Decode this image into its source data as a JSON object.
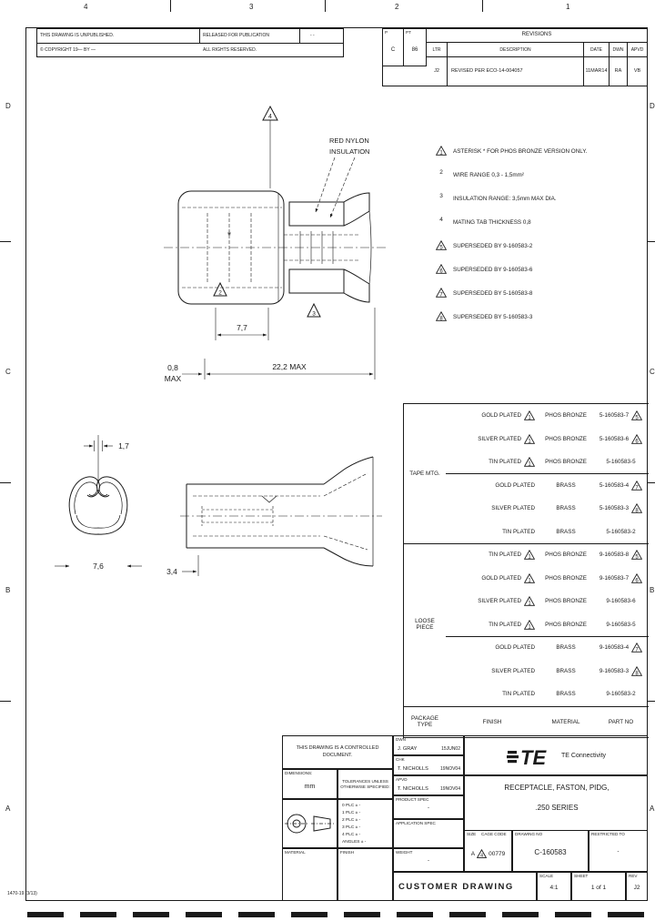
{
  "sheet": {
    "form_number": "1470-19 (3/13)",
    "zones_top": [
      "4",
      "3",
      "2",
      "1"
    ],
    "zones_side": [
      "D",
      "C",
      "B",
      "A"
    ]
  },
  "header_strip": {
    "unpublished": "THIS DRAWING IS UNPUBLISHED.",
    "released": "RELEASED FOR PUBLICATION",
    "released_date": "- -",
    "copyright": "© COPYRIGHT 19—  BY —",
    "rights": "ALL RIGHTS RESERVED."
  },
  "revisions": {
    "title": "REVISIONS",
    "box1_label": "P",
    "box1_value": "C",
    "box2_label": "PT",
    "box2_value": "86",
    "col_ltr": "LTR",
    "col_description": "DESCRIPTION",
    "col_date": "DATE",
    "col_dwn": "DWN",
    "col_apvd": "APVD",
    "rows": [
      {
        "ltr": "J2",
        "description": "REVISED PER ECO-14-004057",
        "date": "11MAR14",
        "dwn": "RA",
        "apvd": "VB"
      }
    ]
  },
  "notes": [
    {
      "marker": "triangle",
      "num": "1",
      "text": "ASTERISK * FOR PHOS BRONZE VERSION ONLY."
    },
    {
      "marker": "plain",
      "num": "2",
      "text": "WIRE RANGE 0,3 - 1,5mm²"
    },
    {
      "marker": "plain",
      "num": "3",
      "text": "INSULATION RANGE: 3,5mm MAX DIA."
    },
    {
      "marker": "plain",
      "num": "4",
      "text": "MATING TAB THICKNESS 0,8"
    },
    {
      "marker": "triangle",
      "num": "5",
      "text": "SUPERSEDED BY 9-160583-2"
    },
    {
      "marker": "triangle",
      "num": "6",
      "text": "SUPERSEDED BY 9-160583-6"
    },
    {
      "marker": "triangle",
      "num": "7",
      "text": "SUPERSEDED BY 5-160583-8"
    },
    {
      "marker": "triangle",
      "num": "8",
      "text": "SUPERSEDED BY 5-160583-3"
    }
  ],
  "parts_table": {
    "col_package": "PACKAGE TYPE",
    "col_finish": "FINISH",
    "col_material": "MATERIAL",
    "col_part": "PART NO",
    "groups": [
      {
        "label": "TAPE MTG.",
        "rows": [
          {
            "finish": "GOLD PLATED",
            "finish_note": "1",
            "material": "PHOS BRONZE",
            "part": "5-160583-7",
            "part_note": "5"
          },
          {
            "finish": "SILVER PLATED",
            "finish_note": "1",
            "material": "PHOS BRONZE",
            "part": "5-160583-6",
            "part_note": "6"
          },
          {
            "finish": "TIN PLATED",
            "finish_note": "1",
            "material": "PHOS BRONZE",
            "part": "5-160583-5",
            "part_note": ""
          },
          {
            "finish": "GOLD PLATED",
            "finish_note": "",
            "material": "BRASS",
            "part": "5-160583-4",
            "part_note": "7"
          },
          {
            "finish": "SILVER PLATED",
            "finish_note": "",
            "material": "BRASS",
            "part": "5-160583-3",
            "part_note": "8"
          },
          {
            "finish": "TIN PLATED",
            "finish_note": "",
            "material": "BRASS",
            "part": "5-160583-2",
            "part_note": ""
          }
        ]
      },
      {
        "label": "LOOSE PIECE",
        "rows": [
          {
            "finish": "TIN PLATED",
            "finish_note": "1",
            "material": "PHOS BRONZE",
            "part": "9-160583-8",
            "part_note": "5"
          },
          {
            "finish": "GOLD PLATED",
            "finish_note": "1",
            "material": "PHOS BRONZE",
            "part": "9-160583-7",
            "part_note": "6"
          },
          {
            "finish": "SILVER PLATED",
            "finish_note": "1",
            "material": "PHOS BRONZE",
            "part": "9-160583-6",
            "part_note": ""
          },
          {
            "finish": "TIN PLATED",
            "finish_note": "1",
            "material": "PHOS BRONZE",
            "part": "9-160583-5",
            "part_note": ""
          },
          {
            "finish": "GOLD PLATED",
            "finish_note": "",
            "material": "BRASS",
            "part": "9-160583-4",
            "part_note": "7"
          },
          {
            "finish": "SILVER PLATED",
            "finish_note": "",
            "material": "BRASS",
            "part": "9-160583-3",
            "part_note": "8"
          },
          {
            "finish": "TIN PLATED",
            "finish_note": "",
            "material": "BRASS",
            "part": "9-160583-2",
            "part_note": ""
          }
        ]
      }
    ]
  },
  "title_block": {
    "controlled": "THIS DRAWING IS A CONTROLLED DOCUMENT.",
    "dimensions_label": "DIMENSIONS:",
    "units": "mm",
    "tolerances_heading": "TOLERANCES UNLESS OTHERWISE SPECIFIED:",
    "tolerances": [
      "0 PLC  ± -",
      "1 PLC  ± -",
      "2 PLC  ± -",
      "3 PLC  ± -",
      "4 PLC  ± -",
      "ANGLES  ± -"
    ],
    "material_label": "MATERIAL",
    "material_value": "",
    "finish_label": "FINISH",
    "finish_value": "",
    "dwn_label": "DWN",
    "dwn_name": "J. GRAY",
    "dwn_date": "15JUN02",
    "chk_label": "CHK",
    "chk_name": "T. NICHOLLS",
    "chk_date": "19NOV04",
    "apvd_label": "APVD",
    "apvd_name": "T. NICHOLLS",
    "apvd_date": "19NOV04",
    "logo_text": "TE",
    "company": "TE Connectivity",
    "product_spec_label": "PRODUCT SPEC",
    "product_spec_value": "-",
    "application_spec_label": "APPLICATION SPEC",
    "application_spec_value": "",
    "weight_label": "WEIGHT",
    "weight_value": "-",
    "title_line1": "RECEPTACLE, FASTON, PIDG,",
    "title_line2": ".250 SERIES",
    "size_label": "SIZE",
    "size_value": "A",
    "size_note": "4",
    "cage_label": "CAGE CODE",
    "cage_value": "00779",
    "dwg_no_label": "DRAWING NO",
    "dwg_no_value": "C-160583",
    "restricted_label": "RESTRICTED TO",
    "restricted_value": "-",
    "doc_type": "CUSTOMER DRAWING",
    "scale_label": "SCALE",
    "scale_value": "4:1",
    "sheet_label": "SHEET",
    "sheet_value": "1 of 1",
    "rev_label": "REV",
    "rev_value": "J2"
  },
  "drawing": {
    "callout_line1": "RED NYLON",
    "callout_line2": "INSULATION",
    "asterisk": "*",
    "marker_2": "2",
    "marker_3": "3",
    "marker_4": "4",
    "dims": {
      "barrel": "7,7",
      "overall": "22,2 MAX",
      "seam": "0,8",
      "seam2": "MAX",
      "slot": "1,7",
      "width": "7,6",
      "tab": "3,4"
    }
  }
}
